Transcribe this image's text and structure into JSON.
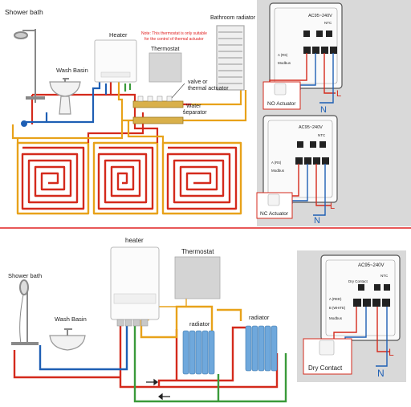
{
  "top": {
    "labels": {
      "shower_bath": "Shower bath",
      "wash_basin": "Wash Basin",
      "heater": "Heater",
      "note_line1": "Note: This thermostat is only suitable",
      "note_line2": "for the control of thermal actuator",
      "thermostat": "Thermostat",
      "bathroom_radiator": "Bathroom radiator",
      "valve_line1": "valve or",
      "valve_line2": "thermal actuator",
      "water_line1": "Water",
      "water_line2": "separator"
    },
    "panel_no": {
      "voltage": "AC95~240V",
      "ntc": "NTC",
      "rs485": "A (RS)",
      "modbus": "Modbus",
      "actuator": "NO Actuator",
      "L": "L",
      "N": "N"
    },
    "panel_nc": {
      "voltage": "AC95~240V",
      "ntc": "NTC",
      "rs485": "A (RS)",
      "modbus": "Modbus",
      "actuator": "NC Actuator",
      "L": "L",
      "N": "N"
    }
  },
  "bottom": {
    "labels": {
      "heater": "heater",
      "thermostat": "Thermostat",
      "shower_bath": "Shower bath",
      "wash_basin": "Wash Basin",
      "radiator1": "radiator",
      "radiator2": "radiator"
    },
    "panel_dry": {
      "voltage": "AC95~240V",
      "dry_contact_small": "Dry Contact",
      "ntc": "NTC",
      "rs485_red": "A (RED)",
      "white": "B (WHITE)",
      "modbus": "Modbus",
      "dry_contact": "Dry Contact",
      "L": "L",
      "N": "N"
    }
  },
  "colors": {
    "hot_pipe": "#d42a1c",
    "return_pipe": "#e8a21a",
    "cold_pipe": "#1e5fb4",
    "green_pipe": "#3a9a3a",
    "divider": "#e02020",
    "note_text": "#e02020",
    "panel_bg": "#d9d9d9",
    "radiator_blue": "#6fa8dc"
  }
}
